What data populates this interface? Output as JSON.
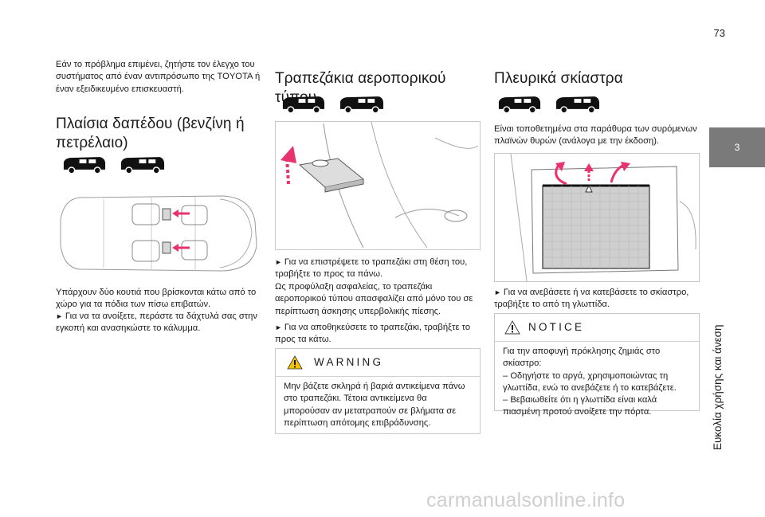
{
  "page": {
    "number": "73"
  },
  "col1": {
    "intro": "Εάν το πρόβλημα επιμένει, ζητήστε τον έλεγχο του συστήματος από έναν αντιπρόσωπο της TOYOTA ή έναν εξειδικευμένο επισκευαστή.",
    "title_line1": "Πλαίσια δαπέδου (βενζίνη ή",
    "title_line2": "πετρέλαιο)",
    "text": "Υπάρχουν δύο κουτιά που βρίσκονται κάτω από το χώρο για τα πόδια των πίσω επιβατών.",
    "bullet": "Για να τα ανοίξετε, περάστε τα δάχτυλά σας στην εγκοπή και ανασηκώστε το κάλυμμα."
  },
  "col2": {
    "title": "Τραπεζάκια αεροπορικού τύπου",
    "bullet1": "Για να επιστρέψετε το τραπεζάκι στη θέση του, τραβήξτε το προς τα πάνω.",
    "text": "Ως προφύλαξη ασφαλείας, το τραπεζάκι αεροπορικού τύπου απασφαλίζει από μόνο του σε περίπτωση άσκησης υπερβολικής πίεσης.",
    "bullet2": "Για να αποθηκεύσετε το τραπεζάκι, τραβήξτε το προς τα κάτω.",
    "warning_title": "WARNING",
    "warning_text": "Μην βάζετε σκληρά ή βαριά αντικείμενα πάνω στο τραπεζάκι. Τέτοια αντικείμενα θα μπορούσαν αν μετατραπούν σε βλήματα σε περίπτωση απότομης επιβράδυνσης."
  },
  "col3": {
    "title": "Πλευρικά σκίαστρα",
    "text": "Είναι τοποθετημένα στα παράθυρα των συρόμενων πλαϊνών θυρών (ανάλογα με την έκδοση).",
    "bullet": "Για να ανεβάσετε ή να κατεβάσετε το σκίαστρο, τραβήξτε το από τη γλωττίδα.",
    "notice_title": "NOTICE",
    "notice_intro": "Για την αποφυγή πρόκλησης ζημιάς στο σκίαστρο:",
    "notice_item1": "– Οδηγήστε το αργά, χρησιμοποιώντας τη γλωττίδα, ενώ το ανεβάζετε ή το κατεβάζετε.",
    "notice_item2": "– Βεβαιωθείτε ότι η γλωττίδα είναι καλά πιασμένη προτού ανοίξετε την πόρτα."
  },
  "sidebar": {
    "chapter": "3",
    "label": "Ευκολία χρήσης και άνεση"
  },
  "watermark": "carmanualsonline.info",
  "colors": {
    "accent_pink": "#e8336f",
    "tab_gray": "#7a7a7a",
    "warning_yellow": "#f5c400"
  },
  "icons": {
    "bullet": "triangle-right-icon",
    "vehicle": "van-silhouette-icon",
    "warning": "warning-triangle-icon"
  }
}
